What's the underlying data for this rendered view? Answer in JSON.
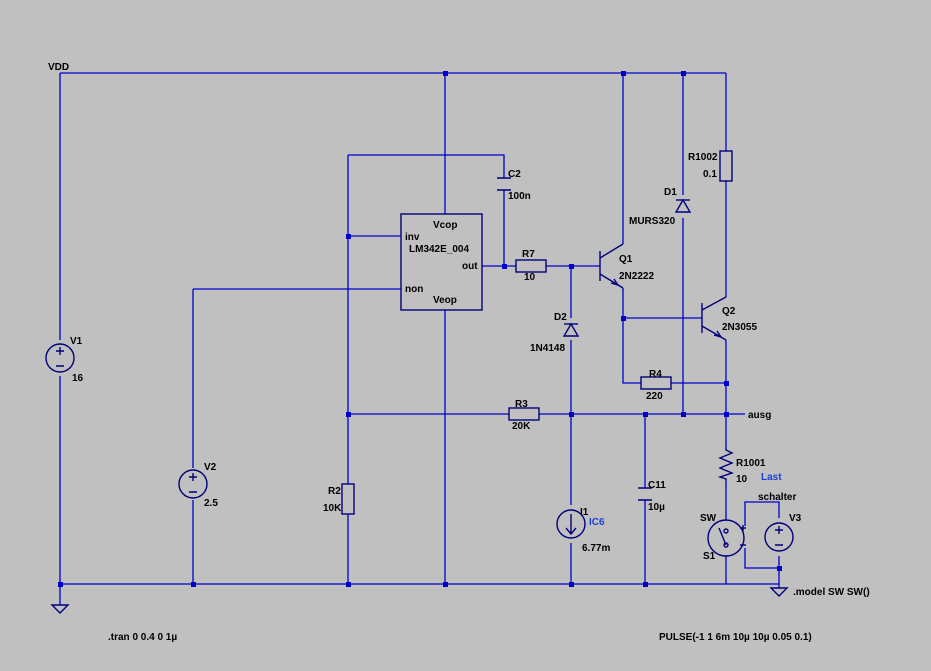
{
  "nets": {
    "vdd": "VDD",
    "ausg": "ausg",
    "schalter": "schalter"
  },
  "components": {
    "v1": {
      "name": "V1",
      "value": "16"
    },
    "v2": {
      "name": "V2",
      "value": "2.5"
    },
    "v3": {
      "name": "V3"
    },
    "ic": {
      "name": "LM342E_004",
      "pin_vcc": "Vcop",
      "pin_vee": "Veop",
      "pin_inv": "inv",
      "pin_non": "non",
      "pin_out": "out"
    },
    "c2": {
      "name": "C2",
      "value": "100n"
    },
    "r7": {
      "name": "R7",
      "value": "10"
    },
    "q1": {
      "name": "Q1",
      "value": "2N2222"
    },
    "q2": {
      "name": "Q2",
      "value": "2N3055"
    },
    "d1": {
      "name": "D1",
      "value": "MURS320"
    },
    "d2": {
      "name": "D2",
      "value": "1N4148"
    },
    "r1002": {
      "name": "R1002",
      "value": "0.1"
    },
    "r4": {
      "name": "R4",
      "value": "220"
    },
    "r3": {
      "name": "R3",
      "value": "20K"
    },
    "r2": {
      "name": "R2",
      "value": "10K"
    },
    "i1": {
      "name": "I1",
      "label": "IC6",
      "value": "6.77m"
    },
    "c11": {
      "name": "C11",
      "value": "10µ"
    },
    "r1001": {
      "name": "R1001",
      "value": "10",
      "label": "Last"
    },
    "s1": {
      "name": "S1",
      "model": "SW"
    }
  },
  "directives": {
    "tran": ".tran 0 0.4 0 1µ",
    "model": ".model SW SW()",
    "pulse": "PULSE(-1 1 6m 10µ 10µ 0.05 0.1)"
  },
  "colors": {
    "background": "#c0c0c0",
    "wire": "#0000cc",
    "symbol": "#00007a",
    "label_text": "#000000",
    "highlight_text": "#1a3fd6"
  }
}
